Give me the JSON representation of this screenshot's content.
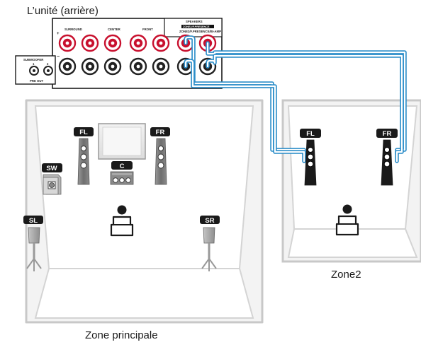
{
  "titles": {
    "unit": "L’unité (arrière)",
    "main_zone": "Zone principale",
    "zone2": "Zone2"
  },
  "panel": {
    "speakers": "SPEAKERS",
    "zone2_label": "ZONE2/F.PRESENCE",
    "zone2_sub": "ZONE2/F.PRESENCE/BI-AMP",
    "groups": [
      "SURROUND",
      "CENTER",
      "FRONT"
    ],
    "subwoofer": "SUBWOOFER",
    "pre_out": "PRE OUT",
    "sub_jacks": [
      "1",
      "2"
    ]
  },
  "main_zone_speakers": {
    "FL": "FL",
    "FR": "FR",
    "C": "C",
    "SW": "SW",
    "SL": "SL",
    "SR": "SR"
  },
  "zone2_speakers": {
    "FL": "FL",
    "FR": "FR"
  },
  "colors": {
    "room_outline": "#c8c8c8",
    "tag_bg": "#1a1a1a",
    "cable": "#2d8ec9",
    "terminal_red": "#c8102e",
    "terminal_dark": "#222222",
    "speaker_dark": "#1a1a1a",
    "speaker_gray": "#7a7a7a"
  }
}
